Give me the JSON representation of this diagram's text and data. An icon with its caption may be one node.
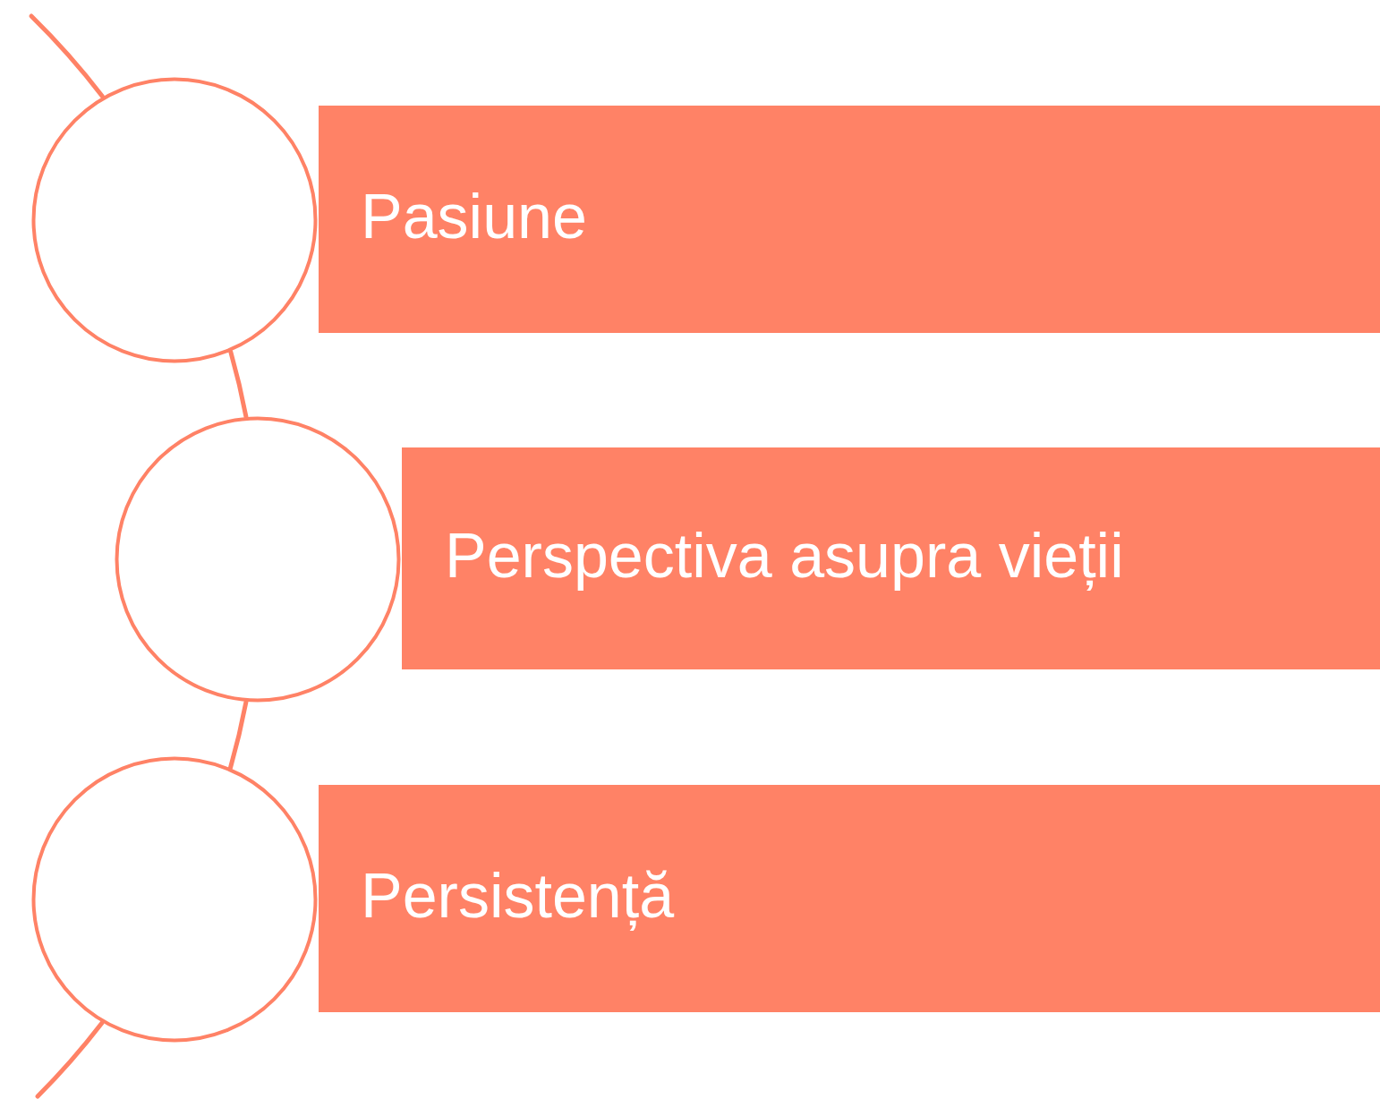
{
  "diagram": {
    "nodes": [
      {
        "text": [
          "Pasiune"
        ]
      },
      {
        "text": [
          "Perspectiva asupra vieții"
        ]
      },
      {
        "text": [
          "Persistență"
        ]
      },
      {
        "text": [],
        "shape": "circle"
      },
      {
        "text": [],
        "shape": "circle"
      },
      {
        "text": [],
        "shape": "circle"
      }
    ],
    "edges": [
      {
        "from": null,
        "to": 3,
        "arrow": "none"
      },
      {
        "from": 3,
        "to": 4,
        "arrow": "none"
      },
      {
        "from": 4,
        "to": 5,
        "arrow": "none"
      },
      {
        "from": 5,
        "to": null,
        "arrow": "none"
      }
    ]
  }
}
